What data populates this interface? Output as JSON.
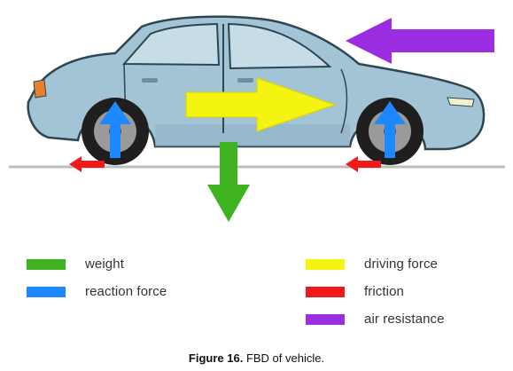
{
  "diagram": {
    "legend": [
      {
        "key": "weight",
        "label": "weight",
        "color": "#3fb31f",
        "column": "left"
      },
      {
        "key": "reaction",
        "label": "reaction force",
        "color": "#1e88ff",
        "column": "left"
      },
      {
        "key": "driving",
        "label": "driving force",
        "color": "#f4f410",
        "column": "right"
      },
      {
        "key": "friction",
        "label": "friction",
        "color": "#f01a1a",
        "column": "right"
      },
      {
        "key": "air",
        "label": "air resistance",
        "color": "#9b2ee0",
        "column": "right"
      }
    ],
    "colors": {
      "car_body": "#a3c4d4",
      "car_outline": "#2d4654",
      "window": "#c6dde8",
      "ground": "#bdbdbd",
      "tire": "#1f1f1f",
      "rim": "#9a9a9a"
    }
  },
  "caption": {
    "figure_label": "Figure 16.",
    "text": " FBD of vehicle."
  }
}
